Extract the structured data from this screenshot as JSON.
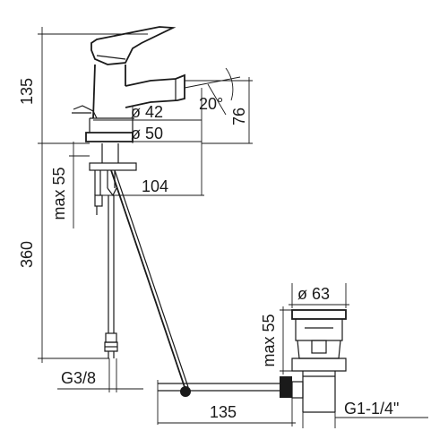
{
  "labels": {
    "height_top": "135",
    "max_55_left": "max 55",
    "height_bottom": "360",
    "thread_hose": "G3/8",
    "dia_42": "ø 42",
    "dia_50": "ø 50",
    "angle": "20°",
    "height_76": "76",
    "reach_104": "104",
    "dia_63": "ø 63",
    "max_55_right": "max 55",
    "length_135": "135",
    "thread_waste": "G1-1/4\""
  }
}
